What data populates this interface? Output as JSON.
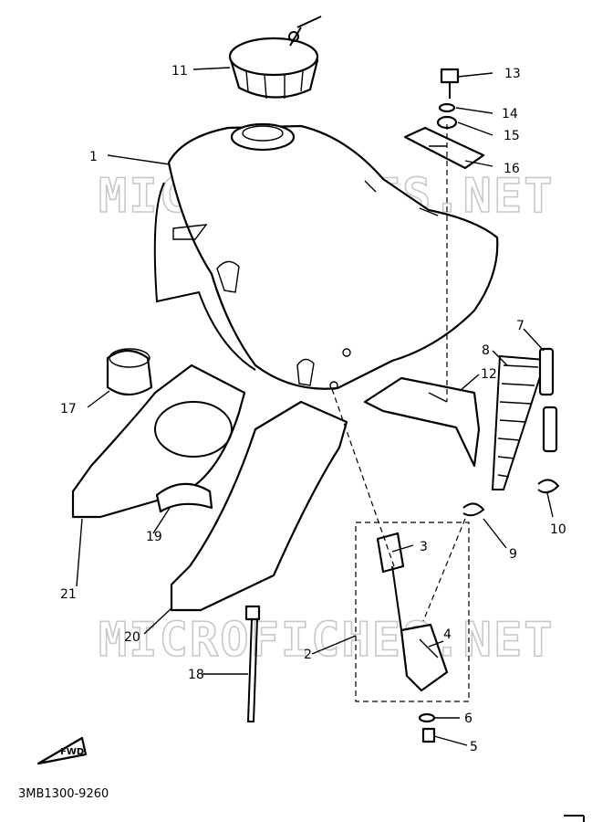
{
  "watermark": "MICROFICHES.NET",
  "part_code": "3MB1300-9260",
  "fwd_label": "FWD",
  "callouts": [
    {
      "id": "c1",
      "num": "1"
    },
    {
      "id": "c2",
      "num": "2"
    },
    {
      "id": "c3",
      "num": "3"
    },
    {
      "id": "c4",
      "num": "4"
    },
    {
      "id": "c5",
      "num": "5"
    },
    {
      "id": "c6",
      "num": "6"
    },
    {
      "id": "c7",
      "num": "7"
    },
    {
      "id": "c8",
      "num": "8"
    },
    {
      "id": "c9",
      "num": "9"
    },
    {
      "id": "c10",
      "num": "10"
    },
    {
      "id": "c11",
      "num": "11"
    },
    {
      "id": "c12",
      "num": "12"
    },
    {
      "id": "c13",
      "num": "13"
    },
    {
      "id": "c14",
      "num": "14"
    },
    {
      "id": "c15",
      "num": "15"
    },
    {
      "id": "c16",
      "num": "16"
    },
    {
      "id": "c17",
      "num": "17"
    },
    {
      "id": "c18",
      "num": "18"
    },
    {
      "id": "c19",
      "num": "19"
    },
    {
      "id": "c20",
      "num": "20"
    },
    {
      "id": "c21",
      "num": "21"
    }
  ]
}
